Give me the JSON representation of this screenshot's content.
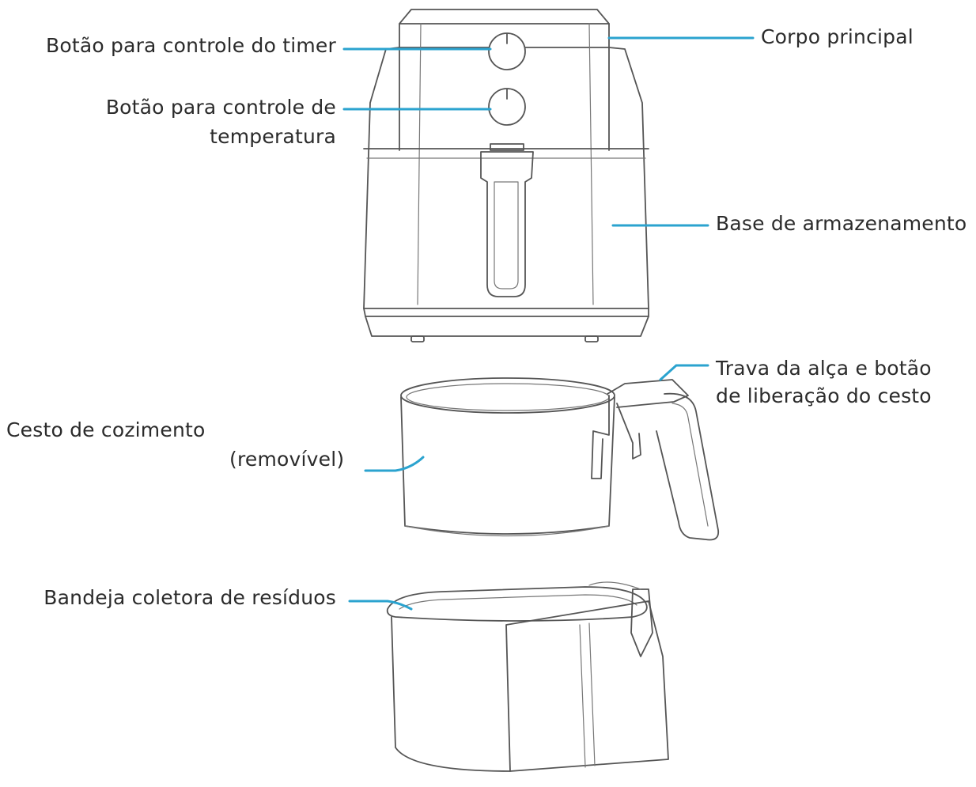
{
  "colors": {
    "leader": "#2ba3cf",
    "outline": "#555555",
    "text": "#2b2b2b"
  },
  "labels": {
    "timer_knob": "Botão para controle do timer",
    "temperature_knob_line1": "Botão para controle de",
    "temperature_knob_line2": "temperatura",
    "main_body": "Corpo principal",
    "storage_base": "Base de armazenamento",
    "handle_lock_line1": "Trava da alça e botão",
    "handle_lock_line2": "de liberação do cesto",
    "basket_line1": "Cesto de cozimento",
    "basket_line2": "(removível)",
    "drip_tray": "Bandeja coletora de resíduos"
  }
}
